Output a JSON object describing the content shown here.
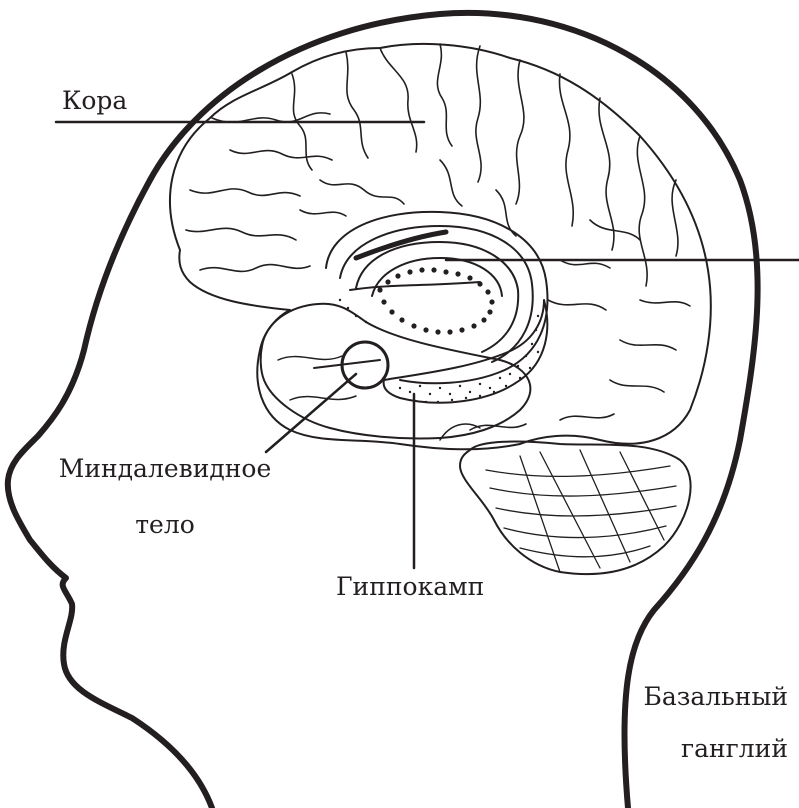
{
  "labels": {
    "cortex": "Кора",
    "amygdala_line1": "Миндалевидное",
    "amygdala_line2": "тело",
    "hippocampus": "Гиппокамп",
    "basal_line1": "Базальный",
    "basal_line2": "ганглий"
  },
  "colors": {
    "ink": "#231f20",
    "background": "#ffffff"
  }
}
